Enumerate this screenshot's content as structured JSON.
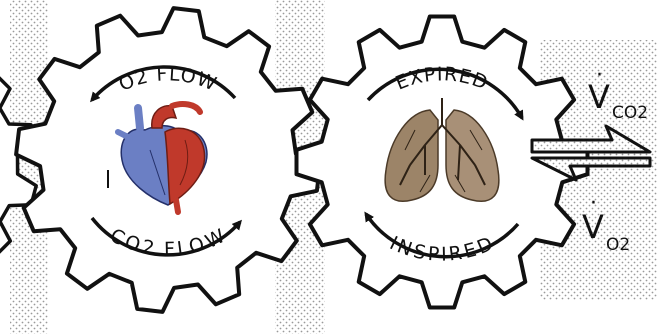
{
  "diagram": {
    "heart_gear": {
      "top_arrow_label": "O2 FLOW",
      "bottom_arrow_label": "CO2 FLOW"
    },
    "lung_gear": {
      "top_arrow_label": "EXPIRED",
      "bottom_arrow_label": "INSPIRED"
    },
    "gas_exchange": {
      "symbol": "V",
      "output_subscript": "CO2",
      "input_subscript": "O2"
    },
    "colors": {
      "gear_stroke": "#111111",
      "stipple": "#9a9a9a",
      "heart_red": "#c0392b",
      "heart_blue": "#6b7fc4",
      "lung_tissue": "#9c8468"
    },
    "icons": [
      "heart-illustration",
      "lung-illustration",
      "exchange-arrows"
    ]
  }
}
